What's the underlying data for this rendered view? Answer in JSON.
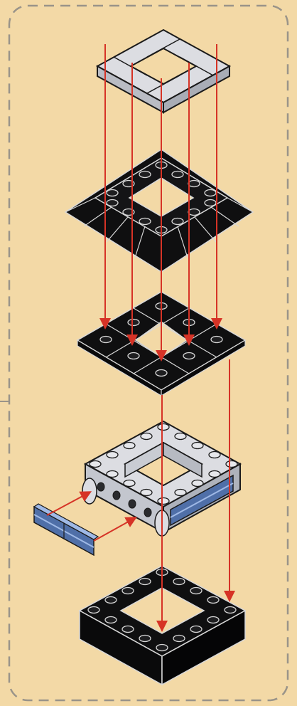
{
  "panel": {
    "background": "#f3d9a6",
    "border_color": "#9a9489",
    "border_style": "dashed"
  },
  "colors": {
    "brick_dark": "#0f0f10",
    "brick_edge": "#d8d8d8",
    "stud_top": "#1e1e20",
    "light_grey": "#dcdde2",
    "light_grey_shade": "#b9bcc4",
    "arrow": "#d63326",
    "blue_panel": "#4f6fa8",
    "blue_panel_light": "#9fb9e6"
  },
  "steps": [
    {
      "part": "light-grey-tile-frame"
    },
    {
      "part": "black-sloped-plate-ring"
    },
    {
      "part": "black-plate-layer-with-studs"
    },
    {
      "part": "light-grey-brick-ring-with-blue-panels"
    },
    {
      "part": "black-brick-base-ring"
    }
  ],
  "icons": [
    "arrow-down-icon",
    "arrow-side-icon"
  ]
}
